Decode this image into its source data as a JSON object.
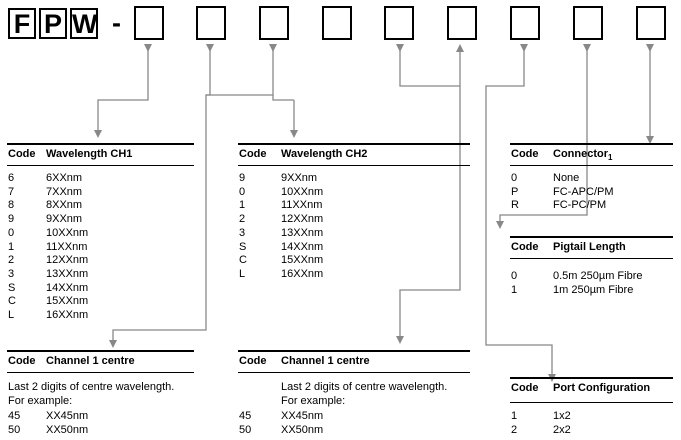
{
  "code_prefix": [
    "F",
    "P",
    "W"
  ],
  "separator": "-",
  "tables": {
    "wl1": {
      "header_code": "Code",
      "header_title": "Wavelength CH1",
      "rows": [
        [
          "6",
          "6XXnm"
        ],
        [
          "7",
          "7XXnm"
        ],
        [
          "8",
          "8XXnm"
        ],
        [
          "9",
          "9XXnm"
        ],
        [
          "0",
          "10XXnm"
        ],
        [
          "1",
          "11XXnm"
        ],
        [
          "2",
          "12XXnm"
        ],
        [
          "3",
          "13XXnm"
        ],
        [
          "S",
          "14XXnm"
        ],
        [
          "C",
          "15XXnm"
        ],
        [
          "L",
          "16XXnm"
        ]
      ]
    },
    "wl2": {
      "header_code": "Code",
      "header_title": "Wavelength CH2",
      "rows": [
        [
          "9",
          "9XXnm"
        ],
        [
          "0",
          "10XXnm"
        ],
        [
          "1",
          "11XXnm"
        ],
        [
          "2",
          "12XXnm"
        ],
        [
          "3",
          "13XXnm"
        ],
        [
          "S",
          "14XXnm"
        ],
        [
          "C",
          "15XXnm"
        ],
        [
          "L",
          "16XXnm"
        ]
      ]
    },
    "connector": {
      "header_code": "Code",
      "header_title": "Connector",
      "header_sub": "1",
      "rows": [
        [
          "0",
          "None"
        ],
        [
          "P",
          "FC-APC/PM"
        ],
        [
          "R",
          "FC-PC/PM"
        ]
      ]
    },
    "pigtail": {
      "header_code": "Code",
      "header_title": "Pigtail Length",
      "rows": [
        [
          "0",
          "0.5m 250µm Fibre"
        ],
        [
          "1",
          "1m 250µm Fibre"
        ]
      ]
    },
    "ch1centre": {
      "header_code": "Code",
      "header_title": "Channel 1 centre",
      "note1": "Last 2 digits of centre wavelength.",
      "note2": "For example:",
      "rows": [
        [
          "45",
          "XX45nm"
        ],
        [
          "50",
          "XX50nm"
        ]
      ]
    },
    "ch2centre": {
      "header_code": "Code",
      "header_title": "Channel 1 centre",
      "note1": "Last 2 digits of centre wavelength.",
      "note2": "For example:",
      "rows": [
        [
          "45",
          "XX45nm"
        ],
        [
          "50",
          "XX50nm"
        ]
      ]
    },
    "port": {
      "header_code": "Code",
      "header_title": "Port Configuration",
      "rows": [
        [
          "1",
          "1x2"
        ],
        [
          "2",
          "2x2"
        ]
      ]
    }
  },
  "colors": {
    "arrow": "#888888",
    "rule": "#000000"
  }
}
